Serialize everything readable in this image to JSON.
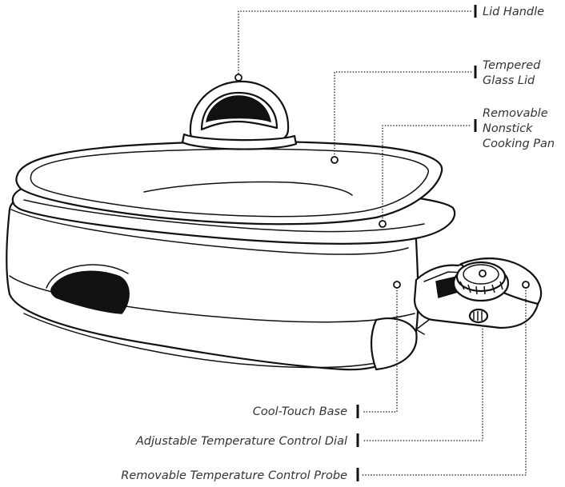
{
  "callouts": {
    "lid_handle": [
      "Lid Handle"
    ],
    "glass_lid": [
      "Tempered",
      "Glass Lid"
    ],
    "cooking_pan": [
      "Removable",
      "Nonstick",
      "Cooking Pan"
    ],
    "base": [
      "Cool-Touch Base"
    ],
    "control_dial": [
      "Adjustable Temperature Control Dial"
    ],
    "control_probe": [
      "Removable Temperature Control Probe"
    ]
  },
  "colors": {
    "ink": "#111111",
    "label": "#333333",
    "background": "#ffffff"
  }
}
